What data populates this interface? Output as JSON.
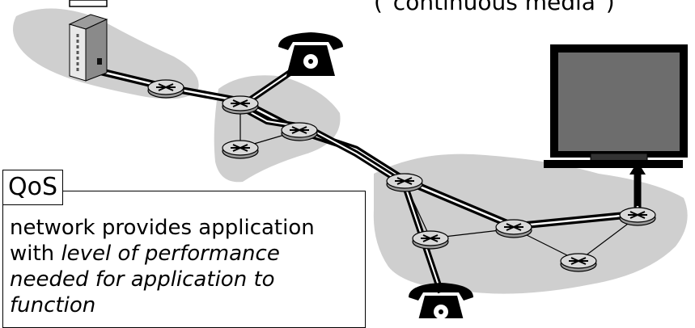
{
  "caption": "(\"continuous media\")",
  "qos": {
    "label": "QoS",
    "text_plain": "network provides application with ",
    "text_italic": "level of performance needed for application to function"
  },
  "colors": {
    "cloud": "#cfcfcf",
    "path": "#000000",
    "router": "#d9d9d9"
  },
  "icons": [
    "server-icon",
    "telephone-icon",
    "router-icon",
    "monitor-icon"
  ]
}
